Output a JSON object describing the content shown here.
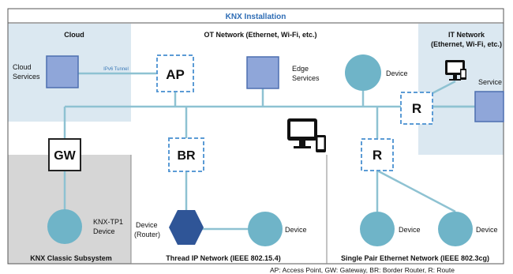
{
  "title": "KNX Installation",
  "regions": {
    "cloud": "Cloud",
    "ot_network": "OT Network (Ethernet, Wi-Fi, etc.)",
    "it_network_line1": "IT Network",
    "it_network_line2": "(Ethernet, Wi-Fi, etc.)",
    "knx_classic": "KNX Classic Subsystem",
    "thread": "Thread IP Network (IEEE 802.15.4)",
    "spe": "Single Pair Ethernet Network (IEEE 802.3cg)"
  },
  "nodes": {
    "cloud_services_line1": "Cloud",
    "cloud_services_line2": "Services",
    "ipv6_tunnel": "IPv6 Tunnel",
    "ap": "AP",
    "edge_services_line1": "Edge",
    "edge_services_line2": "Services",
    "device_top": "Device",
    "router_it": "R",
    "service": "Service",
    "gw": "GW",
    "br": "BR",
    "router_spe": "R",
    "knx_tp1_line1": "KNX-TP1",
    "knx_tp1_line2": "Device",
    "device_router_line1": "Device",
    "device_router_line2": "(Router)",
    "device_thread": "Device",
    "device_spe_left": "Device",
    "device_spe_right": "Device"
  },
  "footnote": "AP: Access Point, GW: Gateway, BR: Border Router, R: Route",
  "colors": {
    "title_blue": "#2f6db5",
    "region_blue": "#dbe8f1",
    "region_gray": "#d6d6d6",
    "line": "#8ec2d2",
    "square_fill": "#8fa6d9",
    "square_stroke": "#4d6fb0",
    "device_fill": "#6fb4c8",
    "hexagon_fill": "#2f5597",
    "dashed": "#5b9bd5"
  },
  "icons": [
    "monitor-phone-icon",
    "monitor-phone-icon-small"
  ]
}
